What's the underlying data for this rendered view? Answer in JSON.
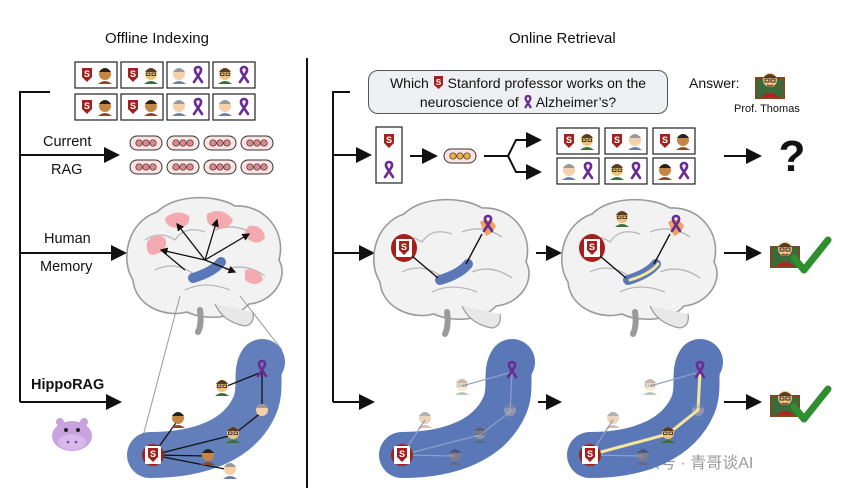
{
  "headers": {
    "offline": "Offline Indexing",
    "online": "Online Retrieval"
  },
  "left_labels": {
    "current": "Current",
    "rag": "RAG",
    "human": "Human",
    "memory": "Memory",
    "hipporag": "HippoRAG"
  },
  "query": {
    "part1": "Which",
    "part2": "Stanford professor works on the",
    "part3": "neuroscience of",
    "part4": "Alzheimer’s?"
  },
  "answer": {
    "label": "Answer:",
    "name": "Prof. Thomas"
  },
  "result_symbols": {
    "unknown": "?"
  },
  "watermark": "公众号 · 青哥谈AI",
  "colors": {
    "stanford_red": "#a3201d",
    "ribbon_purple": "#6a2c91",
    "hippo_region": "#5a78b8",
    "brain_highlight": "#f3a3a7",
    "check_green": "#2f8f2f",
    "passage_dot": "#e4868a"
  },
  "icons": [
    "stanford-logo-icon",
    "purple-ribbon-icon",
    "professor-avatar-icon",
    "brain-icon",
    "hippo-mascot-icon",
    "checkmark-icon",
    "question-mark-icon"
  ]
}
